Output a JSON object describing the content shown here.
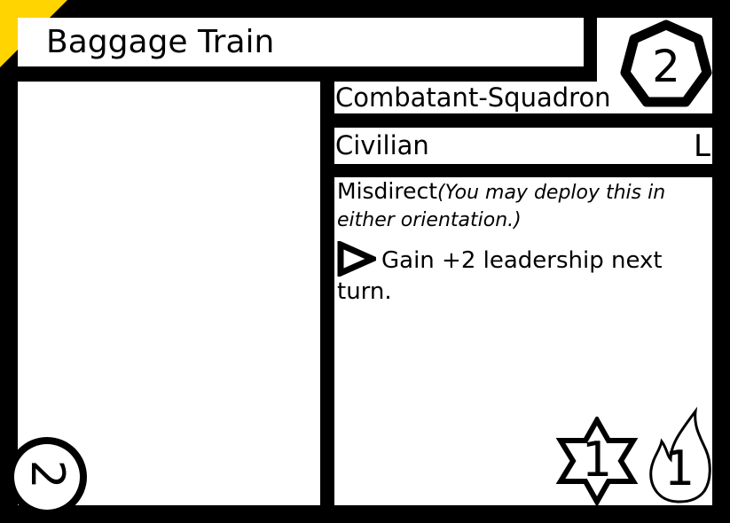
{
  "card": {
    "name": "Baggage Train",
    "cost": "2",
    "type": "Combatant-Squadron",
    "subtype": "Civilian",
    "size": "L",
    "rules": {
      "keyword": "Misdirect",
      "reminder": "(You may deploy this in either orientation.)",
      "ability_icon": "triangle-play-icon",
      "ability_text": "Gain +2 leadership next turn."
    },
    "stats": {
      "star_value": "1",
      "flame_value": "1"
    },
    "loyalty_value": "2"
  },
  "colors": {
    "frame": "#000000",
    "panel": "#ffffff",
    "corner_accent": "#ffd400"
  }
}
